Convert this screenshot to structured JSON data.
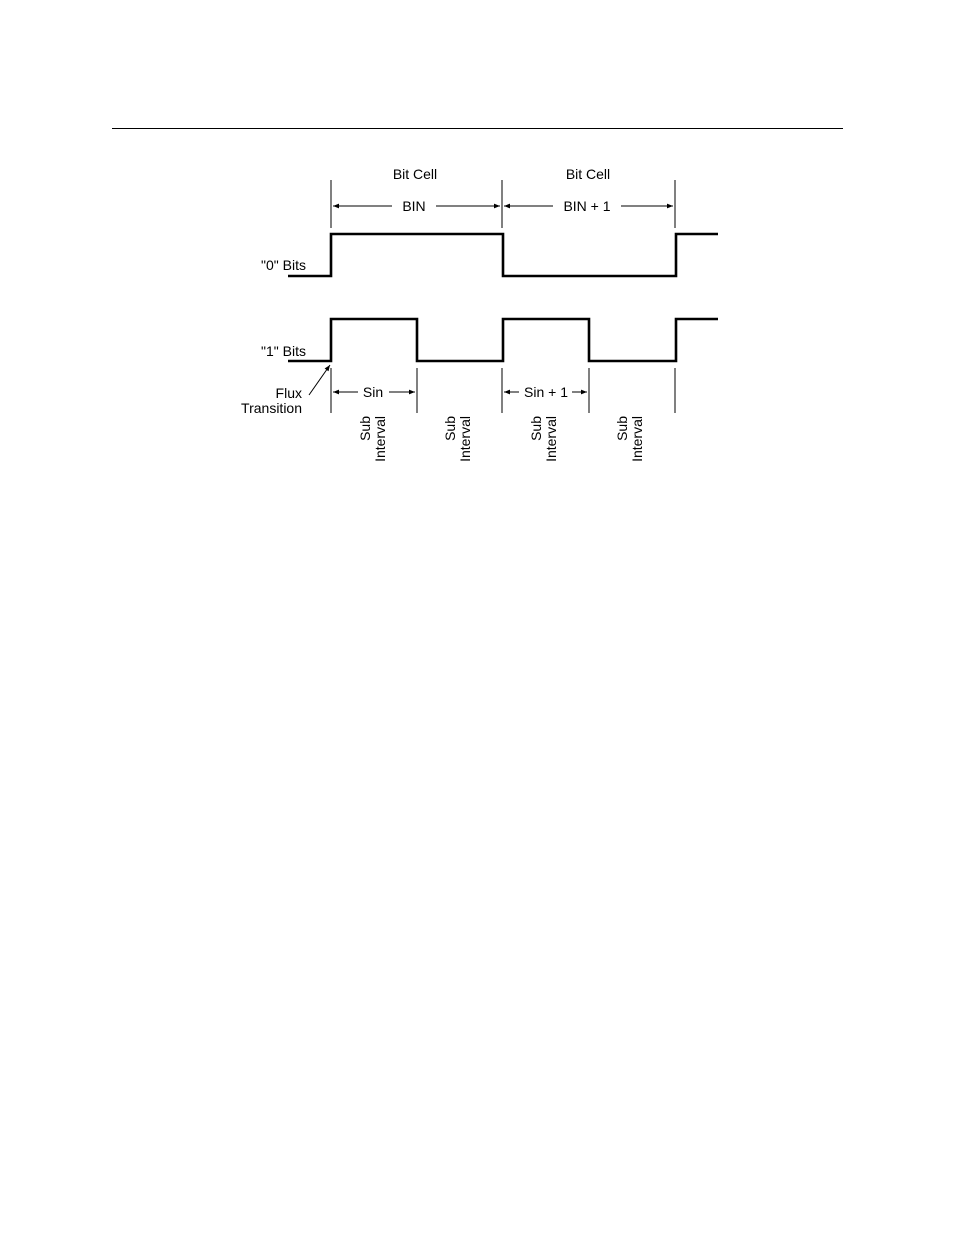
{
  "diagram": {
    "bit_cell_left": "Bit Cell",
    "bit_cell_right": "Bit Cell",
    "bin": "BIN",
    "bin_plus_1": "BIN + 1",
    "zero_bits": "\"0\" Bits",
    "one_bits": "\"1\" Bits",
    "flux_line1": "Flux",
    "flux_line2": "Transition",
    "sin": "Sin",
    "sin_plus_1": "Sin + 1",
    "sub_intervals": [
      {
        "line1": "Sub",
        "line2": "Interval"
      },
      {
        "line1": "Sub",
        "line2": "Interval"
      },
      {
        "line1": "Sub",
        "line2": "Interval"
      },
      {
        "line1": "Sub",
        "line2": "Interval"
      }
    ]
  }
}
